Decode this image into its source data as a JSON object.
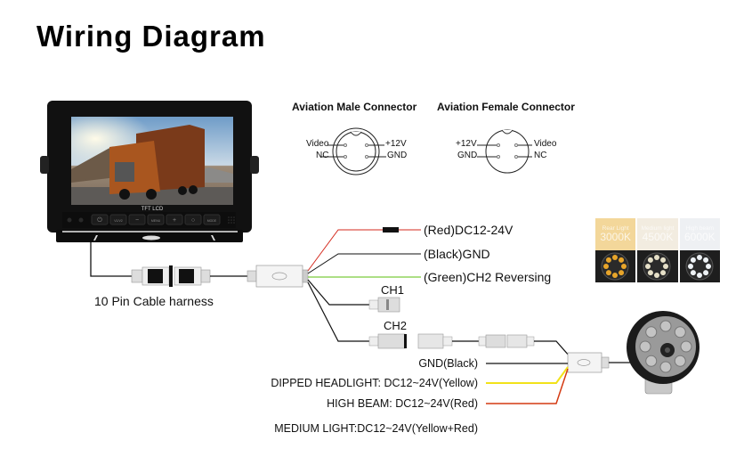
{
  "title": "Wiring Diagram",
  "connectors": {
    "male": {
      "title": "Aviation Male Connector",
      "pins": {
        "top_left": "Video",
        "bottom_left": "NC",
        "top_right": "+12V",
        "bottom_right": "GND"
      }
    },
    "female": {
      "title": "Aviation Female Connector",
      "pins": {
        "top_left": "+12V",
        "bottom_left": "GND",
        "top_right": "Video",
        "bottom_right": "NC"
      }
    }
  },
  "monitor": {
    "brand_label": "TFT LCD",
    "buttons": [
      {
        "name": "power",
        "label": "⏻"
      },
      {
        "name": "v1v2",
        "label": "V1/V2"
      },
      {
        "name": "minus",
        "label": "−"
      },
      {
        "name": "menu",
        "label": "MENU"
      },
      {
        "name": "plus",
        "label": "+"
      },
      {
        "name": "rotate",
        "label": "○"
      },
      {
        "name": "mode",
        "label": "MODE"
      }
    ]
  },
  "harness_label": "10 Pin Cable harness",
  "wires": {
    "red": {
      "label": "(Red)DC12-24V",
      "color": "#d42a1e"
    },
    "black": {
      "label": "(Black)GND",
      "color": "#111111"
    },
    "green": {
      "label": "(Green)CH2 Reversing",
      "color": "#7ccc3c"
    }
  },
  "channels": {
    "ch1": "CH1",
    "ch2": "CH2"
  },
  "light_wires": {
    "gnd": {
      "label": "GND(Black)",
      "color": "#111111"
    },
    "dipped": {
      "label": "DIPPED HEADLIGHT: DC12~24V(Yellow)",
      "color": "#f2e21a"
    },
    "high": {
      "label": "HIGH BEAM: DC12~24V(Red)",
      "color": "#d43a12"
    },
    "medium": {
      "label": "MEDIUM LIGHT:DC12~24V(Yellow+Red)"
    }
  },
  "color_temps": [
    {
      "name": "Rear Light",
      "kelvin": "3000K",
      "color": "#f3d79a",
      "led": "#e8a52a"
    },
    {
      "name": "Medium light",
      "kelvin": "4500K",
      "color": "#f2ece0",
      "led": "#e6e0c8"
    },
    {
      "name": "High beam",
      "kelvin": "6000K",
      "color": "#eef0f3",
      "led": "#eef2f5"
    }
  ]
}
